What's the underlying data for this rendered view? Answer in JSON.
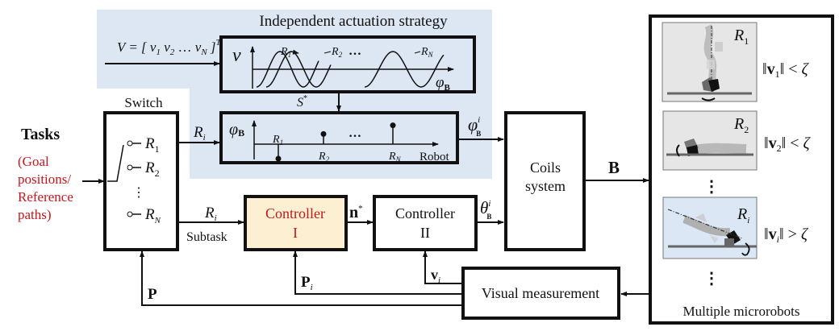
{
  "colors": {
    "strategy_bg": "#dce7f3",
    "controller1_bg": "#fcefd2",
    "controller1_text": "#c0191c",
    "tasks_subtext": "#c0191c",
    "robot_panel_bg": "#e6e6e6",
    "robot_i_panel_bg": "#dbe7f4"
  },
  "strategy": {
    "title": "Independent actuation strategy",
    "input_vector": "V = [v₁ v₂ … vₙ]ᵀ",
    "input_lhs": "V",
    "input_rhs_parts": [
      "v",
      "1",
      "v",
      "2",
      "…",
      "v",
      "N",
      "T"
    ],
    "wave_plot": {
      "y_label": "v",
      "x_label": "φ",
      "x_label_sub": "B",
      "curve_labels": [
        "R",
        "R",
        "…",
        "R"
      ],
      "curve_label_subs": [
        "1",
        "2",
        "",
        "N"
      ]
    },
    "s_star_label": "S",
    "s_star_sup": "*",
    "stem_plot": {
      "y_label": "φ",
      "y_label_sub": "B",
      "x_label": "Robot",
      "stems": [
        {
          "label": "R",
          "sub": "1",
          "value": -1
        },
        {
          "label": "R",
          "sub": "2",
          "value": 0.7
        },
        {
          "label": "R",
          "sub": "N",
          "value": 1.3
        }
      ],
      "ellipsis": "…"
    }
  },
  "tasks": {
    "title": "Tasks",
    "subtext": [
      "(Goal",
      "positions/",
      "Reference",
      "paths)"
    ]
  },
  "switch": {
    "label": "Switch",
    "outputs": [
      {
        "label": "R",
        "sub": "1"
      },
      {
        "label": "R",
        "sub": "2"
      },
      {
        "label": "R",
        "sub": "N"
      }
    ],
    "vdots": "⋮"
  },
  "signals": {
    "ri_top": {
      "label": "R",
      "sub": "i"
    },
    "ri_bottom": {
      "label": "R",
      "sub": "i"
    },
    "subtask": "Subtask",
    "phi_b_i": {
      "label": "φ",
      "sup": "i",
      "sub": "B"
    },
    "n_star": {
      "label": "n",
      "sup": "*"
    },
    "theta_b_i": {
      "label": "θ",
      "sup": "i",
      "sub": "B"
    },
    "B": "B",
    "P": "P",
    "P_i": {
      "label": "P",
      "sub": "i"
    },
    "v_i": {
      "label": "v",
      "sub": "i"
    }
  },
  "blocks": {
    "controller1": [
      "Controller",
      "I"
    ],
    "controller2": [
      "Controller",
      "II"
    ],
    "coils": [
      "Coils",
      "system"
    ],
    "visual": "Visual measurement"
  },
  "microrobots": {
    "title": "Multiple microrobots",
    "robots": [
      {
        "label": "R",
        "sub": "1",
        "condition_v": "v",
        "condition_sub": "1",
        "op": "<",
        "zeta": "ζ"
      },
      {
        "label": "R",
        "sub": "2",
        "condition_v": "v",
        "condition_sub": "2",
        "op": "<",
        "zeta": "ζ"
      },
      {
        "label": "R",
        "sub": "i",
        "condition_v": "v",
        "condition_sub": "i",
        "op": ">",
        "zeta": "ζ"
      }
    ],
    "vdots": "⋮"
  }
}
